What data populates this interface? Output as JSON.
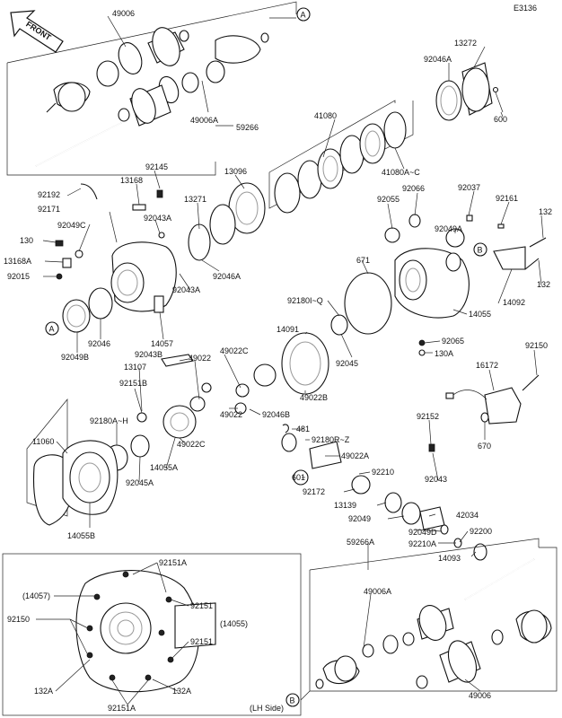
{
  "diagram_code": "E3136",
  "front_label": "FRONT",
  "side_label": "(LH Side)",
  "callouts": {
    "a": "A",
    "b": "B"
  },
  "parts": {
    "p49006_top": "49006",
    "p13272": "13272",
    "p92046A_top": "92046A",
    "p600": "600",
    "p49006A_top": "49006A",
    "p41080": "41080",
    "p59266": "59266",
    "p41080A_C": "41080A~C",
    "p92145": "92145",
    "p13168": "13168",
    "p13096": "13096",
    "p92192": "92192",
    "p92171": "92171",
    "p92049C": "92049C",
    "p92043A_a": "92043A",
    "p13271": "13271",
    "p92055": "92055",
    "p92066": "92066",
    "p92037": "92037",
    "p92161": "92161",
    "p132_a": "132",
    "p92049A": "92049A",
    "p130": "130",
    "p13168A": "13168A",
    "p92015": "92015",
    "p92043A_b": "92043A",
    "p92046A_mid": "92046A",
    "p671": "671",
    "p132_b": "132",
    "p14092": "14092",
    "p92180I_Q": "92180I~Q",
    "p14055": "14055",
    "p92046": "92046",
    "p92049B": "92049B",
    "p14057": "14057",
    "p14091": "14091",
    "p92065": "92065",
    "p92045": "92045",
    "p130A": "130A",
    "p92150_r": "92150",
    "p92043B": "92043B",
    "p49022C_a": "49022C",
    "p49022_a": "49022",
    "p13107": "13107",
    "p16172": "16172",
    "p92151B": "92151B",
    "p49022B": "49022B",
    "p92046B": "92046B",
    "p92180A_H": "92180A~H",
    "p49022_b": "49022",
    "p670": "670",
    "p481": "481",
    "p92152": "92152",
    "p11060": "11060",
    "p49022C_b": "49022C",
    "p92180R_Z": "92180R~Z",
    "p14055A": "14055A",
    "p49022A": "49022A",
    "p92045A": "92045A",
    "p601": "601",
    "p92210_a": "92210",
    "p92043": "92043",
    "p92172": "92172",
    "p13139": "13139",
    "p42034": "42034",
    "p14055B": "14055B",
    "p92049": "92049",
    "p92049D": "92049D",
    "p92200": "92200",
    "p59266A": "59266A",
    "p92210A": "92210A",
    "p14093": "14093",
    "p92151A_t": "92151A",
    "p14057_b": "(14057)",
    "p92151_a": "92151",
    "p92150_b": "92150",
    "p14055_b": "(14055)",
    "p92151_b": "92151",
    "p49006A_b": "49006A",
    "p132A_l": "132A",
    "p132A_r": "132A",
    "p92151A_b": "92151A",
    "p49006_b": "49006"
  }
}
